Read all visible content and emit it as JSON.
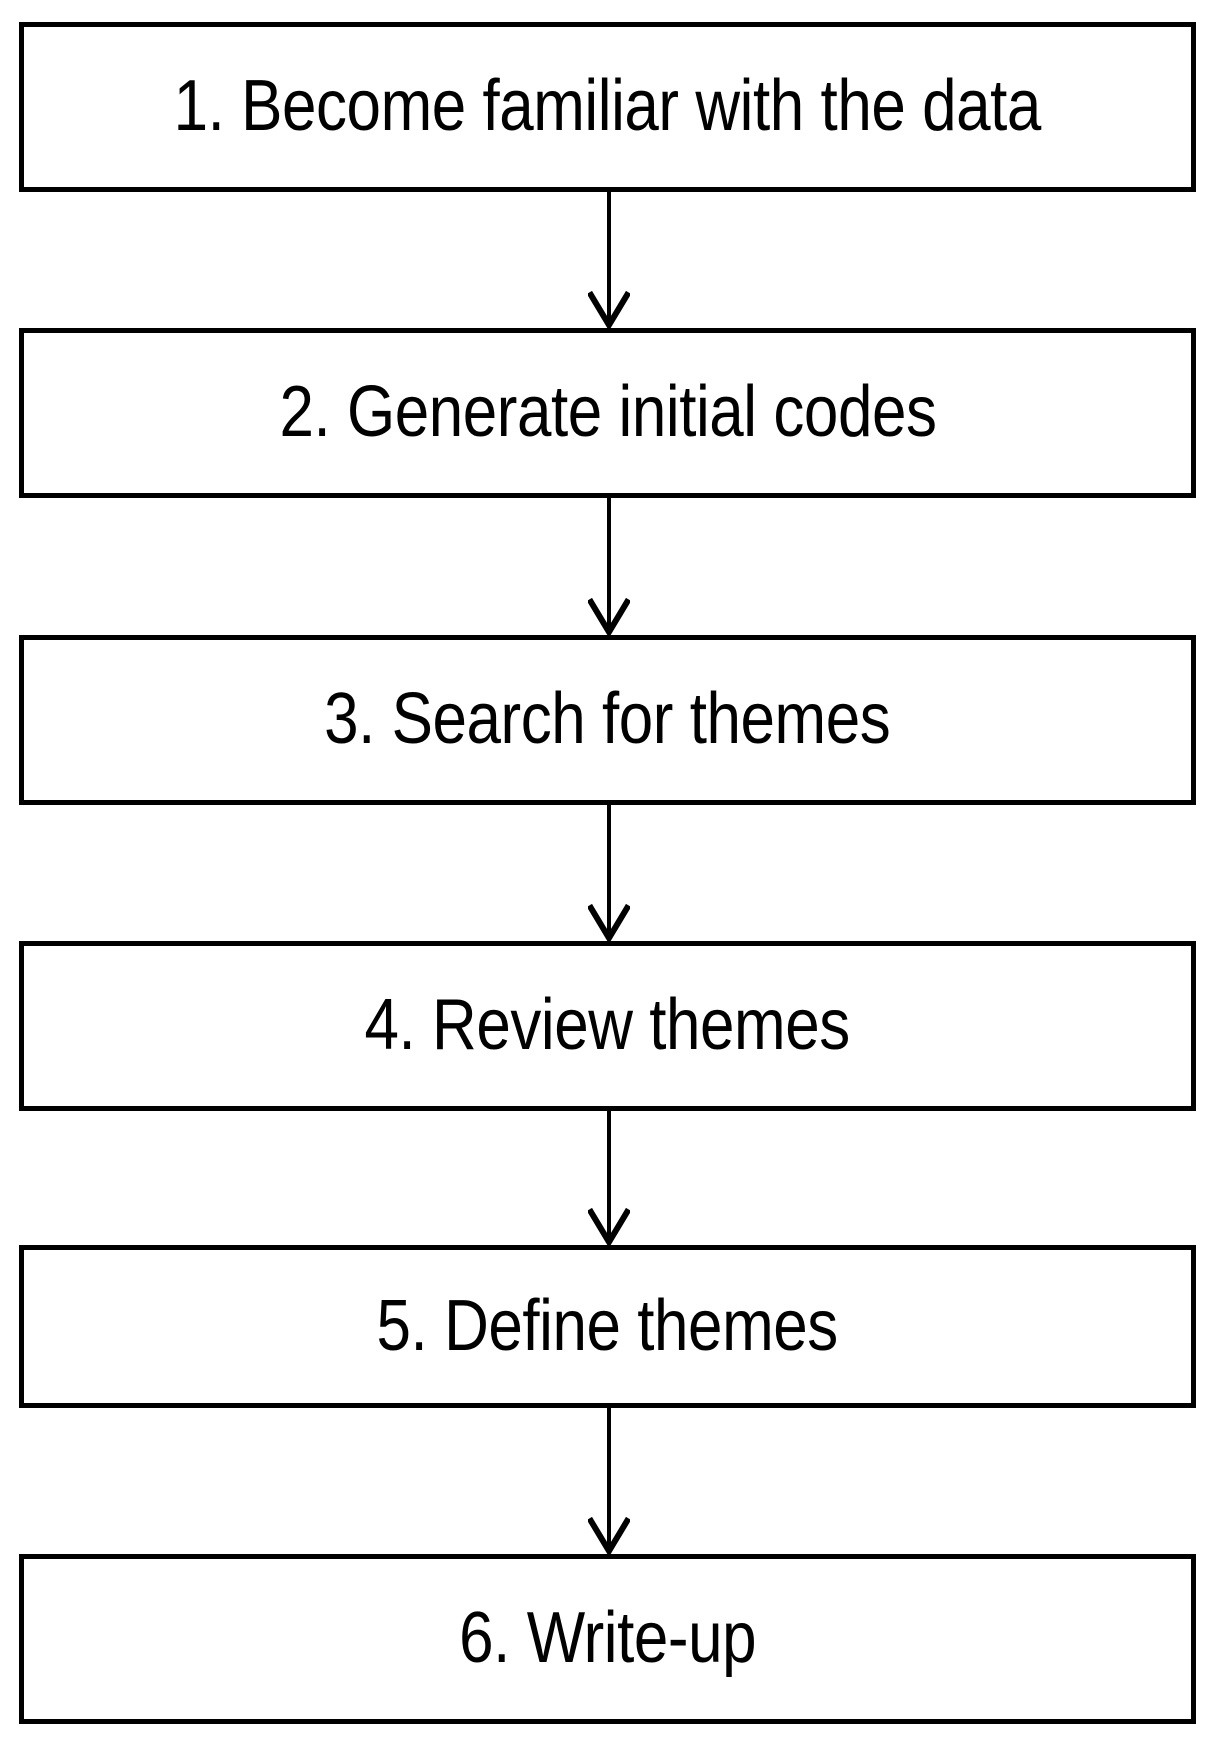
{
  "diagram": {
    "title": "Thematic analysis six-phase process flowchart",
    "type": "vertical-flowchart",
    "orientation": "top-to-bottom",
    "background_color": "#ffffff",
    "border_color": "#000000",
    "text_color": "#000000",
    "steps": [
      {
        "number": "1",
        "label": "1. Become familiar with the data"
      },
      {
        "number": "2",
        "label": "2. Generate initial codes"
      },
      {
        "number": "3",
        "label": "3. Search for themes"
      },
      {
        "number": "4",
        "label": "4. Review themes"
      },
      {
        "number": "5",
        "label": "5. Define themes"
      },
      {
        "number": "6",
        "label": "6. Write-up"
      }
    ],
    "connectors": [
      {
        "from": "1",
        "to": "2",
        "style": "arrow-down"
      },
      {
        "from": "2",
        "to": "3",
        "style": "arrow-down"
      },
      {
        "from": "3",
        "to": "4",
        "style": "arrow-down"
      },
      {
        "from": "4",
        "to": "5",
        "style": "arrow-down"
      },
      {
        "from": "5",
        "to": "6",
        "style": "arrow-down"
      }
    ]
  }
}
